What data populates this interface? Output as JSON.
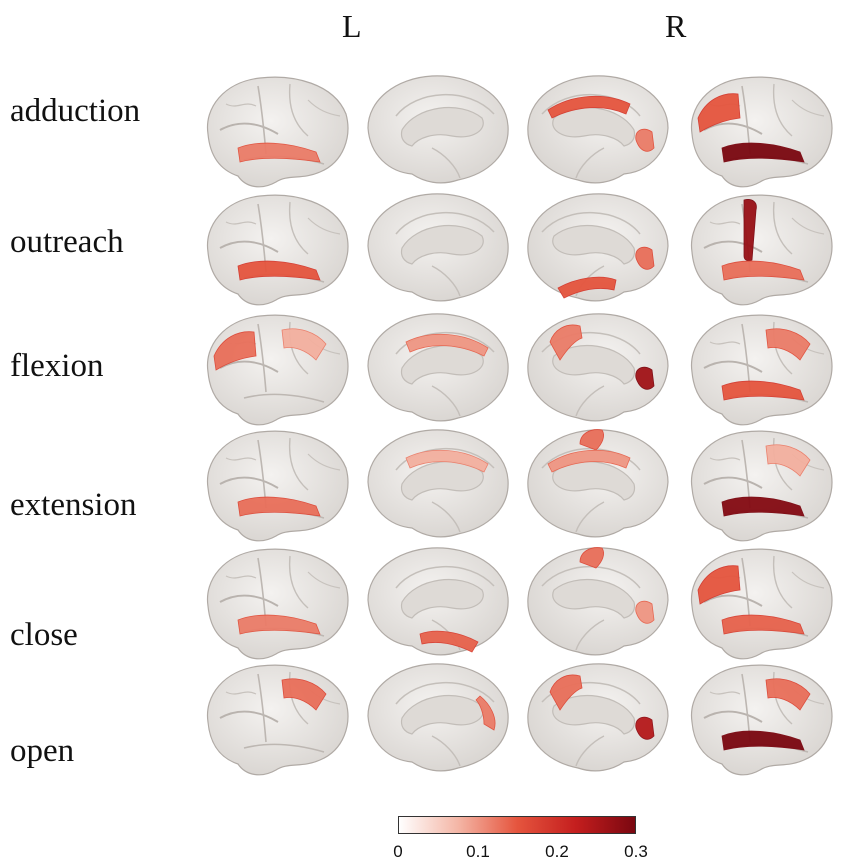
{
  "column_headers": {
    "left": "L",
    "right": "R"
  },
  "rows": [
    {
      "label": "adduction"
    },
    {
      "label": "outreach"
    },
    {
      "label": "flexion"
    },
    {
      "label": "extension"
    },
    {
      "label": "close"
    },
    {
      "label": "open"
    }
  ],
  "colorbar": {
    "ticks": [
      "0",
      "0.1",
      "0.2",
      "0.3"
    ],
    "range": [
      0,
      0.3
    ],
    "colors": [
      "#ffffff",
      "#f4b6a6",
      "#e5553e",
      "#c41e1e",
      "#7a0710"
    ]
  },
  "view_order": [
    "L-lateral",
    "L-medial",
    "R-medial",
    "R-lateral"
  ],
  "activation": [
    [
      [
        {
          "a": 0.12,
          "r": "temporal"
        }
      ],
      [],
      [
        {
          "a": 0.12,
          "r": "visual"
        },
        {
          "a": 0.15,
          "r": "cingulate"
        }
      ],
      [
        {
          "a": 0.3,
          "r": "temporal"
        },
        {
          "a": 0.15,
          "r": "frontal"
        }
      ]
    ],
    [
      [
        {
          "a": 0.15,
          "r": "temporal"
        }
      ],
      [],
      [
        {
          "a": 0.13,
          "r": "visual"
        },
        {
          "a": 0.15,
          "r": "temporalpole"
        }
      ],
      [
        {
          "a": 0.27,
          "r": "central"
        },
        {
          "a": 0.13,
          "r": "temporal"
        }
      ]
    ],
    [
      [
        {
          "a": 0.13,
          "r": "frontal"
        },
        {
          "a": 0.08,
          "r": "parietal"
        }
      ],
      [
        {
          "a": 0.1,
          "r": "cingulate"
        }
      ],
      [
        {
          "a": 0.26,
          "r": "visual"
        },
        {
          "a": 0.12,
          "r": "precuneus"
        }
      ],
      [
        {
          "a": 0.15,
          "r": "temporal"
        },
        {
          "a": 0.12,
          "r": "parietal"
        }
      ]
    ],
    [
      [
        {
          "a": 0.13,
          "r": "temporal"
        }
      ],
      [
        {
          "a": 0.08,
          "r": "cingulate"
        }
      ],
      [
        {
          "a": 0.13,
          "r": "superior"
        },
        {
          "a": 0.1,
          "r": "cingulate"
        }
      ],
      [
        {
          "a": 0.29,
          "r": "temporal"
        },
        {
          "a": 0.08,
          "r": "parietal"
        }
      ]
    ],
    [
      [
        {
          "a": 0.12,
          "r": "temporal"
        }
      ],
      [
        {
          "a": 0.14,
          "r": "temporalpole"
        }
      ],
      [
        {
          "a": 0.13,
          "r": "superior"
        },
        {
          "a": 0.1,
          "r": "visual"
        }
      ],
      [
        {
          "a": 0.15,
          "r": "frontal"
        },
        {
          "a": 0.14,
          "r": "temporal"
        }
      ]
    ],
    [
      [
        {
          "a": 0.13,
          "r": "parietal"
        }
      ],
      [
        {
          "a": 0.12,
          "r": "occipital"
        }
      ],
      [
        {
          "a": 0.24,
          "r": "visual"
        },
        {
          "a": 0.13,
          "r": "precuneus"
        }
      ],
      [
        {
          "a": 0.3,
          "r": "temporal"
        },
        {
          "a": 0.13,
          "r": "parietal"
        }
      ]
    ]
  ]
}
